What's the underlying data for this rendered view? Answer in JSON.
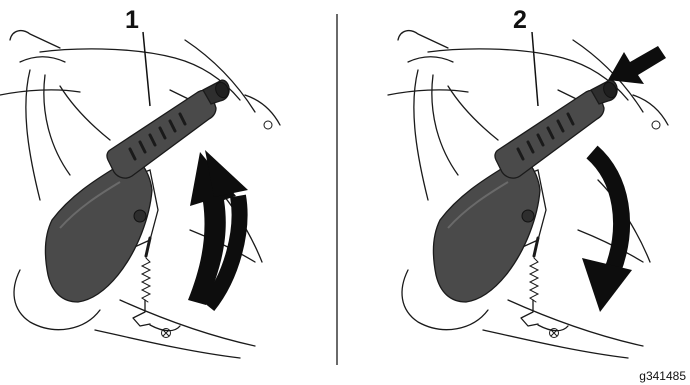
{
  "panels": [
    {
      "callout": "1",
      "rotation": "up",
      "push_arrow": false
    },
    {
      "callout": "2",
      "rotation": "down",
      "push_arrow": true
    }
  ],
  "figure_id": "g341485",
  "colors": {
    "lever": "#4a4a4a",
    "lever_dark": "#2e2e2e",
    "arrow": "#0d0d0d",
    "line": "#1a1a1a"
  }
}
